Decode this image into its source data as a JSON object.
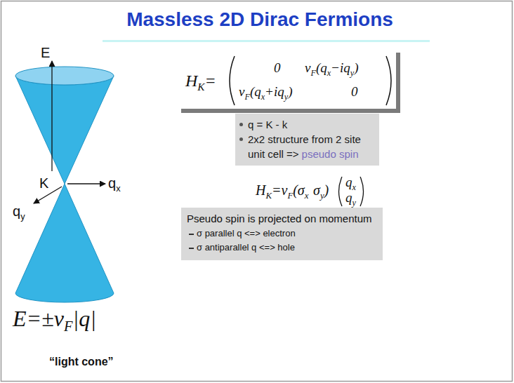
{
  "diagram": {
    "title": "Massless 2D Dirac Fermions",
    "nodes": [
      {
        "text": [
          "H",
          "K",
          "=",
          "0",
          "v",
          "F",
          "(q",
          "x",
          "−iq",
          "y",
          ")",
          "v",
          "F",
          "(q",
          "x",
          "+iq",
          "y",
          ")",
          "0"
        ]
      },
      {
        "text": [
          "q = K - k",
          "2x2 structure from 2 site unit cell =>",
          "pseudo spin"
        ]
      },
      {
        "text": [
          "Pseudo spin is projected on momentum",
          "σ parallel q <=> electron",
          "σ antiparallel q <=> hole"
        ]
      }
    ],
    "labels": [
      "E",
      "K",
      "q",
      "x",
      "q",
      "y",
      "E=±v",
      "F",
      "|q|",
      "“light cone”",
      "H",
      "K",
      "=v",
      "F",
      "(σ",
      "x",
      "σ",
      "y",
      ")",
      "q",
      "x",
      "q",
      "y"
    ]
  }
}
